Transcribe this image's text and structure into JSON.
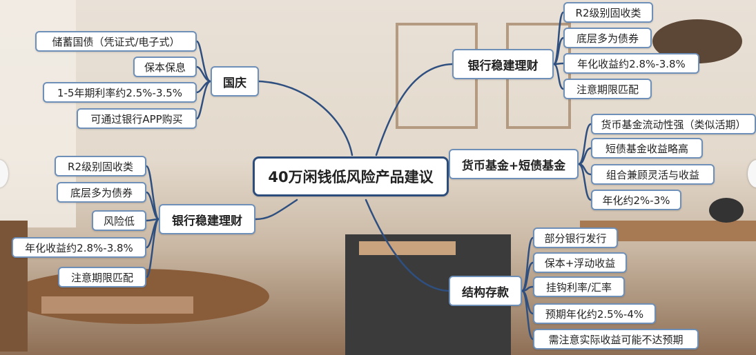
{
  "root": "40万闲钱低风险产品建议",
  "branches": {
    "guoqing": {
      "label": "国庆",
      "items": [
        "储蓄国债（凭证式/电子式）",
        "保本保息",
        "1-5年期利率约2.5%-3.5%",
        "可通过银行APP购买"
      ]
    },
    "wenjian_left": {
      "label": "银行稳建理财",
      "items": [
        "R2级别固收类",
        "底层多为债券",
        "风险低",
        "年化收益约2.8%-3.8%",
        "注意期限匹配"
      ]
    },
    "wenjian_right": {
      "label": "银行稳建理财",
      "items": [
        "R2级别固收类",
        "底层多为债券",
        "年化收益约2.8%-3.8%",
        "注意期限匹配"
      ]
    },
    "huobi": {
      "label": "货币基金+短债基金",
      "items": [
        "货币基金流动性强（类似活期）",
        "短债基金收益略高",
        "组合兼顾灵活与收益",
        "年化约2%-3%"
      ]
    },
    "jiegou": {
      "label": "结构存款",
      "items": [
        "部分银行发行",
        "保本+浮动收益",
        "挂钩利率/汇率",
        "预期年化约2.5%-4%",
        "需注意实际收益可能不达预期"
      ]
    }
  },
  "colors": {
    "root_border": "#2c4d7c",
    "node_border": "#6d8fb8",
    "line": "#2f4f7f"
  }
}
